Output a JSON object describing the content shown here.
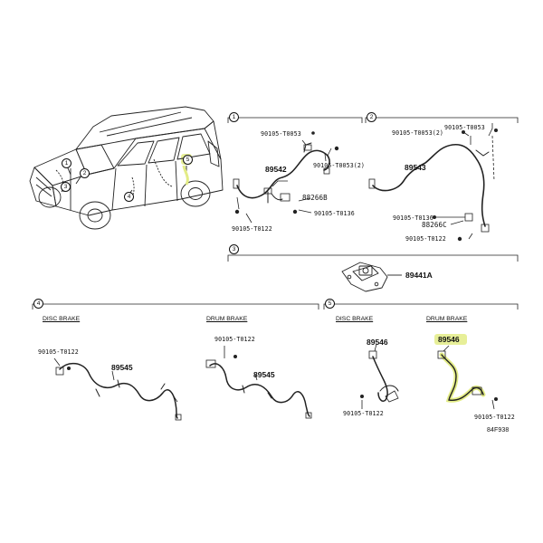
{
  "diagram": {
    "code": "84F938",
    "highlight_color": "#e3ec86",
    "line_color": "#222222",
    "sections": [
      {
        "num": "1"
      },
      {
        "num": "2"
      },
      {
        "num": "3"
      },
      {
        "num": "4",
        "left_label": "DISC BRAKE",
        "right_label": "DRUM BRAKE"
      },
      {
        "num": "5",
        "left_label": "DISC BRAKE",
        "right_label": "DRUM BRAKE"
      }
    ],
    "car_callouts": [
      "1",
      "2",
      "3",
      "4",
      "5"
    ],
    "parts": {
      "s1_main": "89542",
      "s1_clip": "88266B",
      "s1_bolt_top": "90105-T0053",
      "s1_bolt_top2": "90105-T0053(2)",
      "s1_bolt_right": "90105-T0136",
      "s1_bolt_bottom": "90105-T0122",
      "s2_main": "89543",
      "s2_bolt_top": "90105-T0053",
      "s2_bolt_top2": "90105-T0053(2)",
      "s2_bolt_mid": "90105-T0136",
      "s2_clip": "88266C",
      "s2_bolt_bottom": "90105-T0122",
      "s3_main": "89441A",
      "s4_bolt_left": "90105-T0122",
      "s4_disc": "89545",
      "s4_bolt_right": "90105-T0122",
      "s4_drum": "89545",
      "s5_disc": "89546",
      "s5_bolt_left": "90105-T0122",
      "s5_drum": "89546",
      "s5_bolt_right": "90105-T0122"
    }
  }
}
